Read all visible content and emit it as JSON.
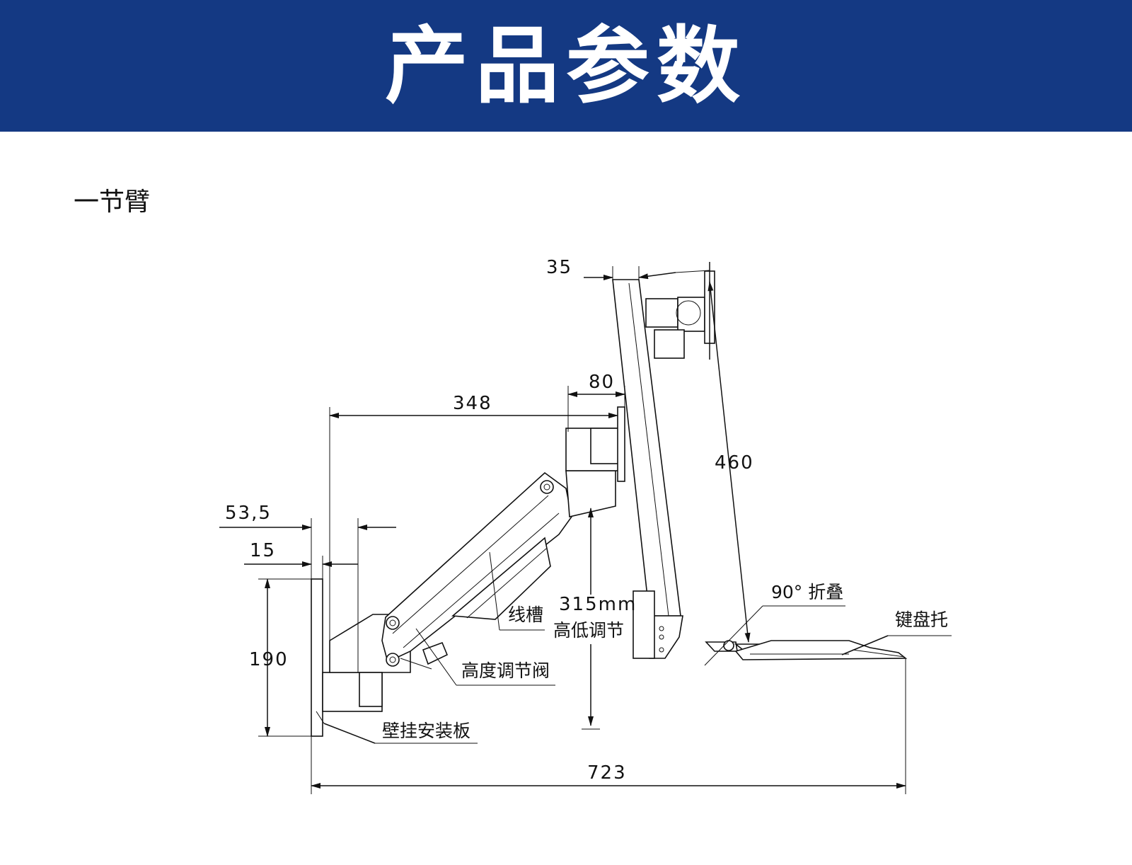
{
  "header": {
    "title": "产品参数",
    "background": "#143983"
  },
  "subtitle": "一节臂",
  "dimensions": {
    "top_offset": "35",
    "depth": "80",
    "reach": "348",
    "panel_height": "460",
    "plate_offset": "53,5",
    "plate_thickness": "15",
    "plate_height": "190",
    "height_adjust": "315mm",
    "total_length": "723"
  },
  "labels": {
    "cable_slot": "线槽",
    "height_adjust": "高低调节",
    "height_valve": "高度调节阀",
    "wall_plate": "壁挂安装板",
    "fold": "90° 折叠",
    "keyboard_tray": "键盘托"
  }
}
